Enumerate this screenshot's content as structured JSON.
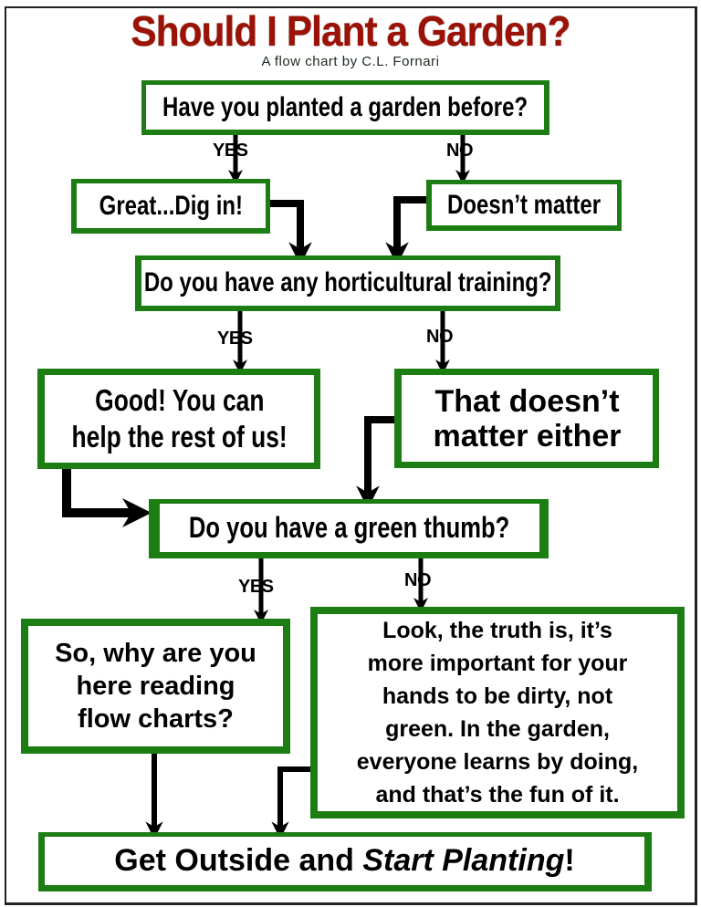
{
  "header": {
    "title": "Should I Plant a Garden?",
    "subtitle": "A flow chart by C.L. Fornari"
  },
  "colors": {
    "title": "#9b1207",
    "box_border": "#1b7d12",
    "arrow": "#000000",
    "frame": "#222222"
  },
  "nodes": {
    "q1": {
      "text": "Have you planted a garden before?"
    },
    "q1_yes": {
      "text": "Great...Dig in!"
    },
    "q1_no": {
      "text": "Doesn’t matter"
    },
    "q2": {
      "text": "Do you have any horticultural training?"
    },
    "q2_yes": {
      "line1": "Good! You can",
      "line2": "help the rest of us!"
    },
    "q2_no": {
      "line1": "That doesn’t",
      "line2": "matter either"
    },
    "q3": {
      "text": "Do you have a green thumb?"
    },
    "q3_yes": {
      "line1": "So, why are you",
      "line2": "here reading",
      "line3": "flow charts?"
    },
    "q3_no": {
      "line1": "Look, the truth is, it’s",
      "line2": "more important for your",
      "line3": "hands to be dirty, not",
      "line4": "green. In the garden,",
      "line5": "everyone learns by doing,",
      "line6": "and that’s the fun of it."
    },
    "end": {
      "text_plain": "Get Outside and ",
      "text_italic": "Start Planting",
      "text_end": "!"
    }
  },
  "edge_labels": {
    "yes": "YES",
    "no": "NO"
  }
}
